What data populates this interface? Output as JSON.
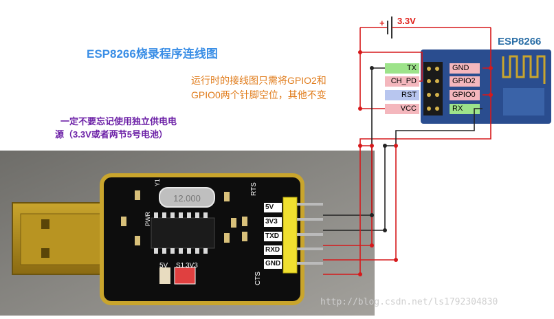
{
  "title": "ESP8266烧录程序连线图",
  "note_runtime": [
    "运行时的接线图只需将GPIO2和",
    "GPIO0两个针脚空位，其他不变"
  ],
  "note_power": [
    "一定不要忘记使用独立供电电",
    "源（3.3V或者两节5号电池）"
  ],
  "battery": {
    "voltage": "3.3V",
    "plus": "+"
  },
  "esp_module": {
    "name": "ESP8266",
    "left_pins": [
      "TX",
      "CH_PD",
      "RST",
      "VCC"
    ],
    "right_pins": [
      "GND",
      "GPIO2",
      "GPIO0",
      "RX"
    ]
  },
  "usb_adapter": {
    "pins": [
      "5V",
      "3V3",
      "TXD",
      "RXD",
      "GND"
    ],
    "crystal": "12.000",
    "switch_labels": [
      "5V",
      "S1",
      "3V3"
    ],
    "silk_labels": [
      "RTS",
      "CTS",
      "PWR",
      "Y1"
    ]
  },
  "colors": {
    "wire_red": "#d6191b",
    "wire_black": "#222222",
    "pin_green": "#9de38a",
    "pin_pink": "#f4b7bd",
    "pin_blue": "#b8c6ef",
    "title_blue": "#3a8ee6"
  },
  "watermark": "http://blog.csdn.net/ls1792304830"
}
